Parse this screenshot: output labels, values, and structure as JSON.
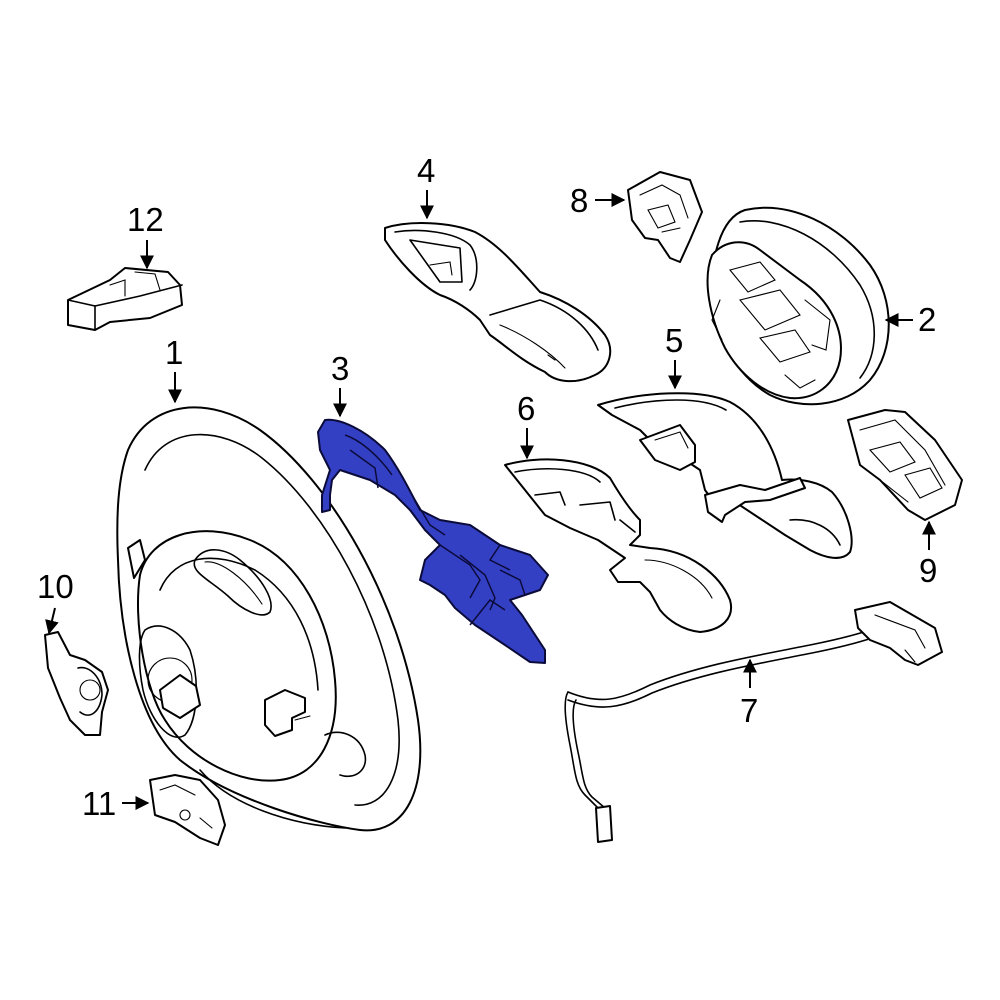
{
  "highlight_color": "#3440c4",
  "callouts": {
    "c1": "1",
    "c2": "2",
    "c3": "3",
    "c4": "4",
    "c5": "5",
    "c6": "6",
    "c7": "7",
    "c8": "8",
    "c9": "9",
    "c10": "10",
    "c11": "11",
    "c12": "12"
  },
  "highlighted_part": "3"
}
